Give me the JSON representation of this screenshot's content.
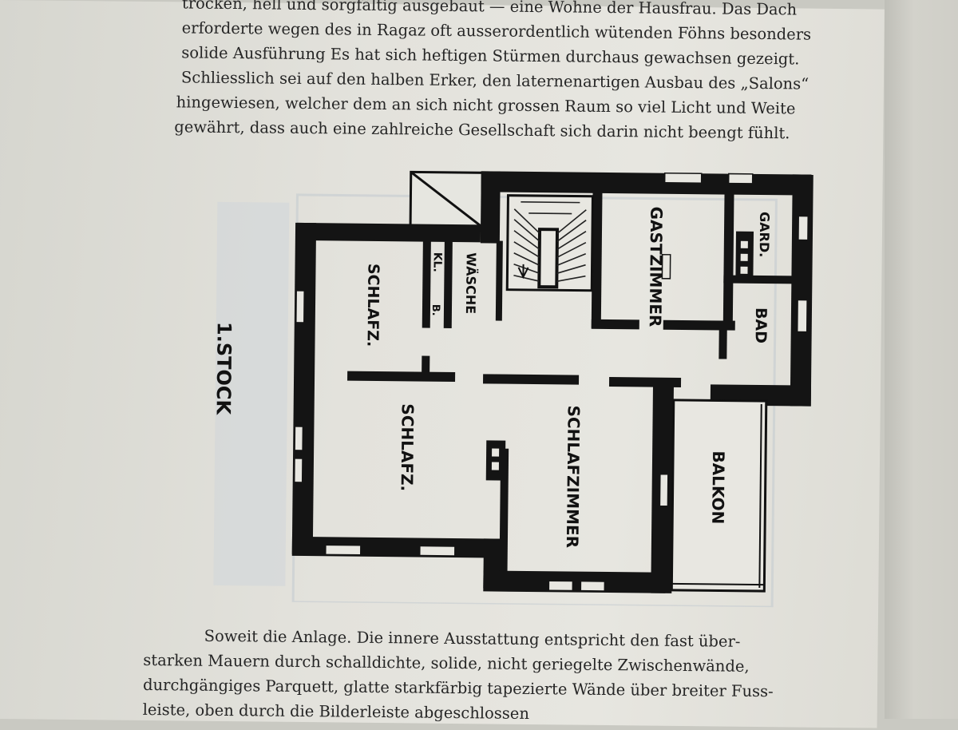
{
  "top_text": [
    "trocken, hell und sorgfältig ausgebaut — eine Wohne der Hausfrau. Das Dach",
    "erforderte wegen des in Ragaz oft ausserordentlich wütenden Föhns besonders",
    "solide Ausführung  Es hat sich heftigen Stürmen durchaus gewachsen gezeigt.",
    "Schliesslich sei auf den halben Erker, den laternenartigen Ausbau des „Salons“",
    "hingewiesen, welcher dem an sich nicht grossen Raum so viel Licht und Weite",
    "gewährt, dass auch eine zahlreiche Gesellschaft sich darin nicht beengt fühlt."
  ],
  "floor_plan": {
    "floor_label": "1.STOCK",
    "rooms": {
      "gastzimmer": "GASTZIMMER",
      "gard": "GARD.",
      "bad": "BAD",
      "waesche": "WÄSCHE",
      "kl": "KL.",
      "b": "B.",
      "schlafz_top": "SCHLAFZ.",
      "schlafz_mid": "SCHLAFZ.",
      "schlafzimmer": "SCHLAFZIMMER",
      "balkon": "BALKON"
    }
  },
  "bottom_text": [
    "Soweit die Anlage. Die innere Ausstattung entspricht den fast über-",
    "starken Mauern durch schalldichte, solide, nicht geriegelte Zwischenwände,",
    "durchgängiges Parquett, glatte starkfärbig tapezierte Wände über breiter Fuss-",
    "leiste, oben durch die Bilderleiste abgeschlossen"
  ]
}
